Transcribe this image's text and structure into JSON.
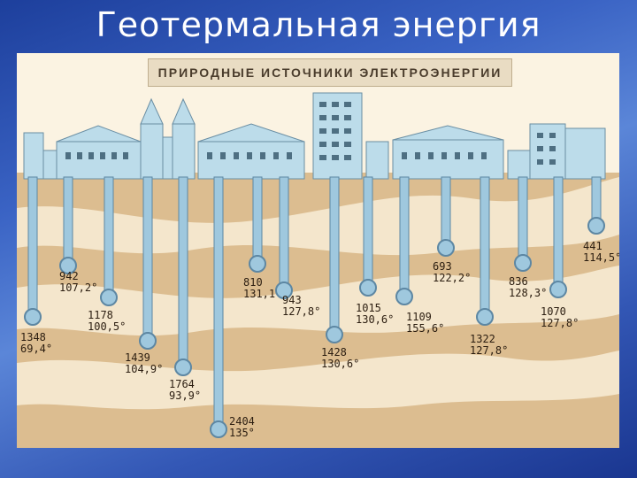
{
  "slide_title": "Геотермальная энергия",
  "panel": {
    "banner": "ПРИРОДНЫЕ ИСТОЧНИКИ ЭЛЕКТРОЭНЕРГИИ"
  },
  "wells": [
    {
      "depth": "1348",
      "temp": "69,4°"
    },
    {
      "depth": "942",
      "temp": "107,2°"
    },
    {
      "depth": "1178",
      "temp": "100,5°"
    },
    {
      "depth": "1439",
      "temp": "104,9°"
    },
    {
      "depth": "1764",
      "temp": "93,9°"
    },
    {
      "depth": "2404",
      "temp": "135°"
    },
    {
      "depth": "810",
      "temp": "131,1°"
    },
    {
      "depth": "943",
      "temp": "127,8°"
    },
    {
      "depth": "1428",
      "temp": "130,6°"
    },
    {
      "depth": "1015",
      "temp": "130,6°"
    },
    {
      "depth": "1109",
      "temp": "155,6°"
    },
    {
      "depth": "693",
      "temp": "122,2°"
    },
    {
      "depth": "1322",
      "temp": "127,8°"
    },
    {
      "depth": "836",
      "temp": "128,3°"
    },
    {
      "depth": "1070",
      "temp": "127,8°"
    },
    {
      "depth": "441",
      "temp": "114,5°"
    }
  ],
  "colors": {
    "ground_dark": "#d9b98c",
    "ground_light": "#f6ead4",
    "pipe": "#9fc8de",
    "pipe_edge": "#5d87a3",
    "building": "#b9dbea"
  }
}
